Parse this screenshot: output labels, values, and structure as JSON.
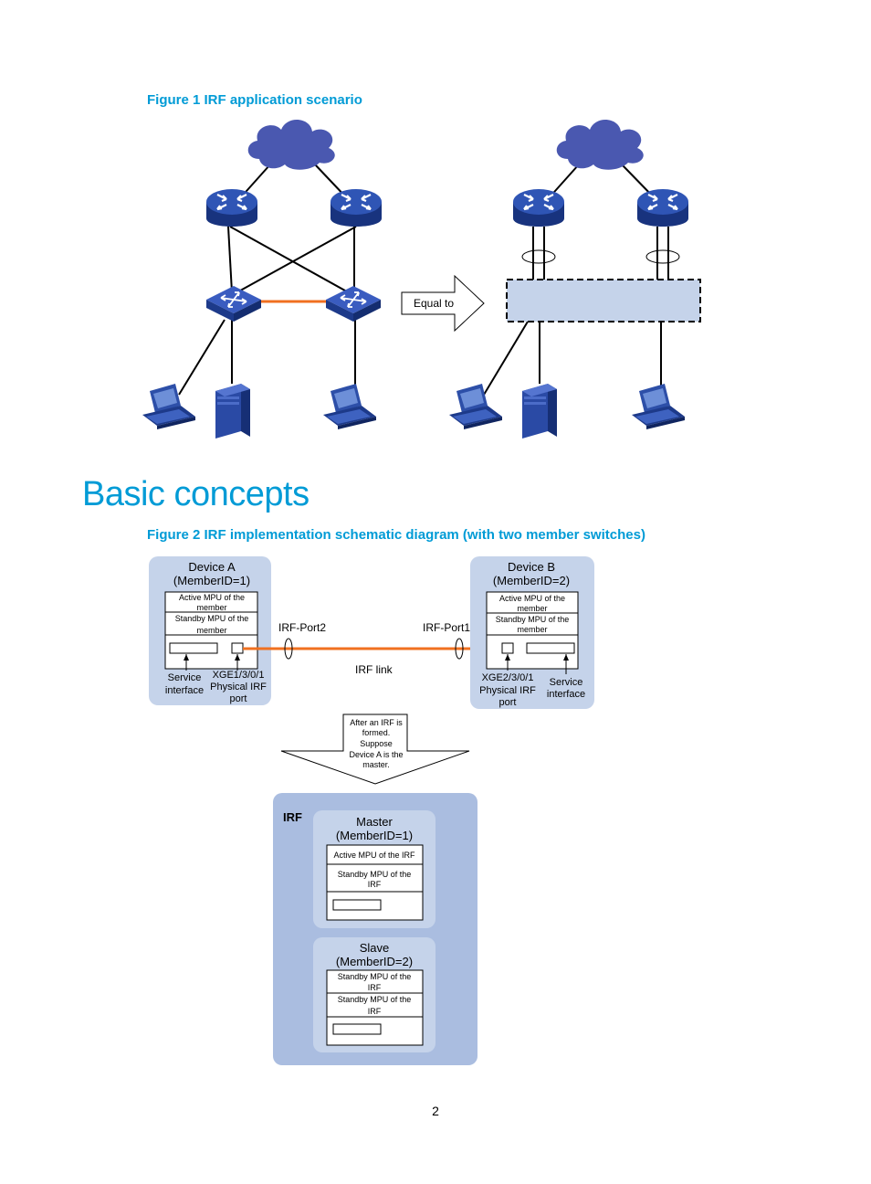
{
  "figure1": {
    "caption": "Figure 1 IRF application scenario",
    "arrow_label": "Equal to"
  },
  "section": {
    "title": "Basic concepts"
  },
  "figure2": {
    "caption": "Figure 2 IRF implementation schematic diagram (with two member switches)",
    "device_a": {
      "title_line1": "Device A",
      "title_line2": "(MemberID=1)",
      "active_mpu": [
        "Active MPU of the",
        "member"
      ],
      "standby_mpu": [
        "Standby MPU of the",
        "member"
      ],
      "service_label": [
        "Service",
        "interface"
      ],
      "port_label": [
        "XGE1/3/0/1",
        "Physical IRF",
        "port"
      ],
      "irf_port": "IRF-Port2"
    },
    "device_b": {
      "title_line1": "Device B",
      "title_line2": "(MemberID=2)",
      "active_mpu": [
        "Active MPU of the",
        "member"
      ],
      "standby_mpu": [
        "Standby MPU of the",
        "member"
      ],
      "service_label": [
        "Service",
        "interface"
      ],
      "port_label": [
        "XGE2/3/0/1",
        "Physical IRF",
        "port"
      ],
      "irf_port": "IRF-Port1"
    },
    "irf_link_label": "IRF link",
    "arrow_text": [
      "After an IRF is",
      "formed.",
      "Suppose",
      "Device A is the",
      "master."
    ],
    "irf": {
      "label": "IRF",
      "master": {
        "title_line1": "Master",
        "title_line2": "(MemberID=1)",
        "active_mpu": "Active MPU of the IRF",
        "standby_mpu": [
          "Standby MPU of the",
          "IRF"
        ]
      },
      "slave": {
        "title_line1": "Slave",
        "title_line2": "(MemberID=2)",
        "standby_mpu_1": [
          "Standby MPU of the",
          "IRF"
        ],
        "standby_mpu_2": [
          "Standby MPU of the",
          "IRF"
        ]
      }
    }
  },
  "page": {
    "number": "2"
  },
  "colors": {
    "accent": "#009bd6",
    "device_blue": "#1d3f94",
    "cloud_blue": "#4a58b0",
    "panel_light": "#c5d3ea",
    "panel_mid": "#aabde0",
    "irf_link": "#f07020"
  }
}
